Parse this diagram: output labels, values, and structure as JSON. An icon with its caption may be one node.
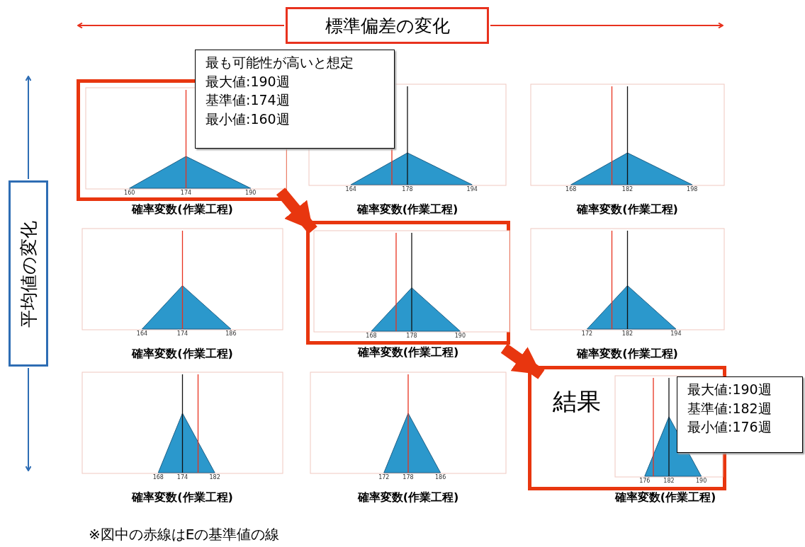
{
  "diagram": {
    "nodes": [
      {
        "text": [
          "標準偏差の変化"
        ]
      },
      {
        "text": [
          "平均値の変化"
        ]
      },
      {
        "text": [],
        "shape": "box"
      },
      {
        "text": [
          "160",
          "174",
          "190"
        ],
        "beside": [
          "確率変数(作業工程)"
        ],
        "in": 2
      },
      {
        "text": [
          "最も可能性が高いと想定",
          "最大値:190週",
          "基準値:174週",
          "最小値:160週"
        ]
      },
      {
        "text": [
          "164",
          "178",
          "194"
        ],
        "beside": [
          "確率変数(作業工程)"
        ]
      },
      {
        "text": [
          "168",
          "182",
          "198"
        ],
        "beside": [
          "確率変数(作業工程)"
        ]
      },
      {
        "text": [
          "164",
          "174",
          "186"
        ],
        "beside": [
          "確率変数(作業工程)"
        ]
      },
      {
        "text": [],
        "shape": "box"
      },
      {
        "text": [
          "168",
          "178",
          "190"
        ],
        "beside": [
          "確率変数(作業工程)"
        ],
        "in": 8
      },
      {
        "text": [
          "172",
          "182",
          "194"
        ],
        "beside": [
          "確率変数(作業工程)"
        ]
      },
      {
        "text": [
          "168",
          "174",
          "182"
        ],
        "beside": [
          "確率変数(作業工程)"
        ]
      },
      {
        "text": [
          "172",
          "178",
          "186"
        ],
        "beside": [
          "確率変数(作業工程)"
        ]
      },
      {
        "text": [
          "結果"
        ]
      },
      {
        "text": [
          "176",
          "182",
          "190"
        ],
        "beside": [
          "確率変数(作業工程)"
        ],
        "in": 13
      },
      {
        "text": [
          "最大値:190週",
          "基準値:182週",
          "最小値:176週"
        ]
      }
    ],
    "edges": [
      {
        "from": 2,
        "to": 8,
        "arrow": "to"
      },
      {
        "from": 8,
        "to": 13,
        "arrow": "to"
      }
    ],
    "labels": [
      "※図中の赤線はEの基準値の線"
    ]
  }
}
